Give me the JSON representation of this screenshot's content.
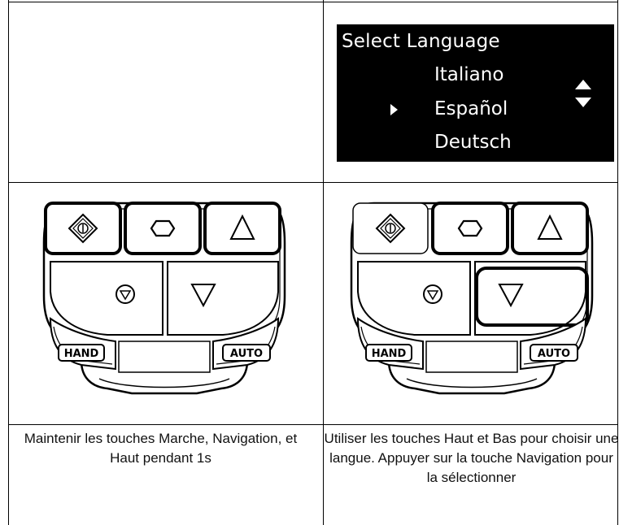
{
  "screen": {
    "title": "Select Language",
    "options": [
      "Italiano",
      "Español",
      "Deutsch"
    ],
    "selected_index": 1,
    "cursor_icon": "right-triangle-cursor",
    "scroll_icon": "up-down-arrows-icon"
  },
  "keypads": {
    "left": {
      "highlighted_keys": [
        "start-key",
        "navigation-key",
        "up-key"
      ],
      "labels": {
        "hand": "HAND",
        "auto": "AUTO"
      }
    },
    "right": {
      "highlighted_keys": [
        "navigation-key",
        "up-key",
        "down-key"
      ],
      "labels": {
        "hand": "HAND",
        "auto": "AUTO"
      }
    }
  },
  "captions": {
    "left": "Maintenir les touches  Marche, Navigation, et  Haut pendant 1s",
    "right": "Utiliser les touches Haut et Bas pour choisir une langue. Appuyer sur la touche Navigation pour la sélectionner"
  }
}
